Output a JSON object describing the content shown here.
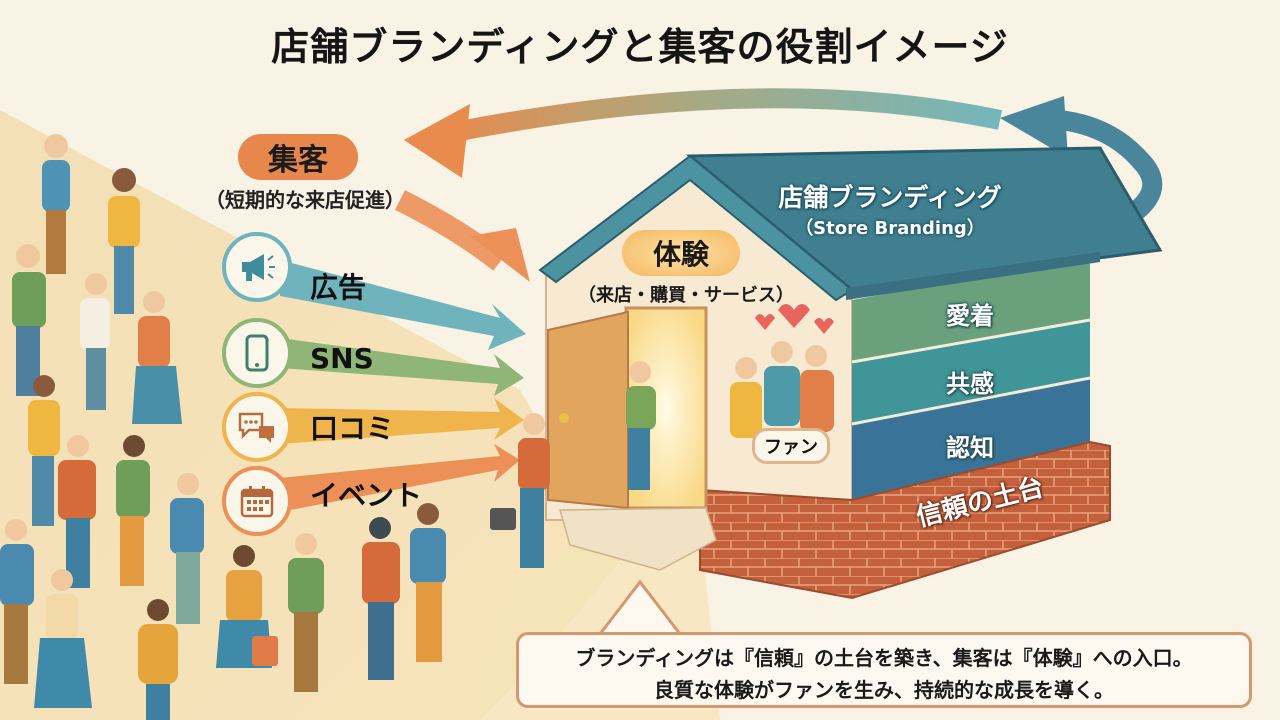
{
  "title": "店舗ブランディングと集客の役割イメージ",
  "acquisition": {
    "label": "集客",
    "subtitle": "（短期的な来店促進）",
    "color": "#e8874b",
    "channels": [
      {
        "label": "広告",
        "icon": "megaphone-icon",
        "color": "#6fb3bd"
      },
      {
        "label": "SNS",
        "icon": "smartphone-icon",
        "color": "#8fb577"
      },
      {
        "label": "口コミ",
        "icon": "speech-bubbles-icon",
        "color": "#efb54c"
      },
      {
        "label": "イベント",
        "icon": "calendar-icon",
        "color": "#ec9058"
      }
    ]
  },
  "experience": {
    "label": "体験",
    "subtitle": "（来店・購買・サービス）"
  },
  "fan": {
    "label": "ファン"
  },
  "branding": {
    "title": "店舗ブランディング",
    "subtitle": "（Store Branding）",
    "roof_color": "#3f7f8f",
    "layers": [
      {
        "label": "愛着",
        "color": "#6aa07c"
      },
      {
        "label": "共感",
        "color": "#3f9597"
      },
      {
        "label": "認知",
        "color": "#3a7398"
      }
    ],
    "foundation": {
      "label": "信頼の土台",
      "color": "#c4603c"
    }
  },
  "callout": {
    "line1": "ブランディングは『信頼』の土台を築き、集客は『体験』への入口。",
    "line2": "良質な体験がファンを生み、持続的な成長を導く。"
  }
}
